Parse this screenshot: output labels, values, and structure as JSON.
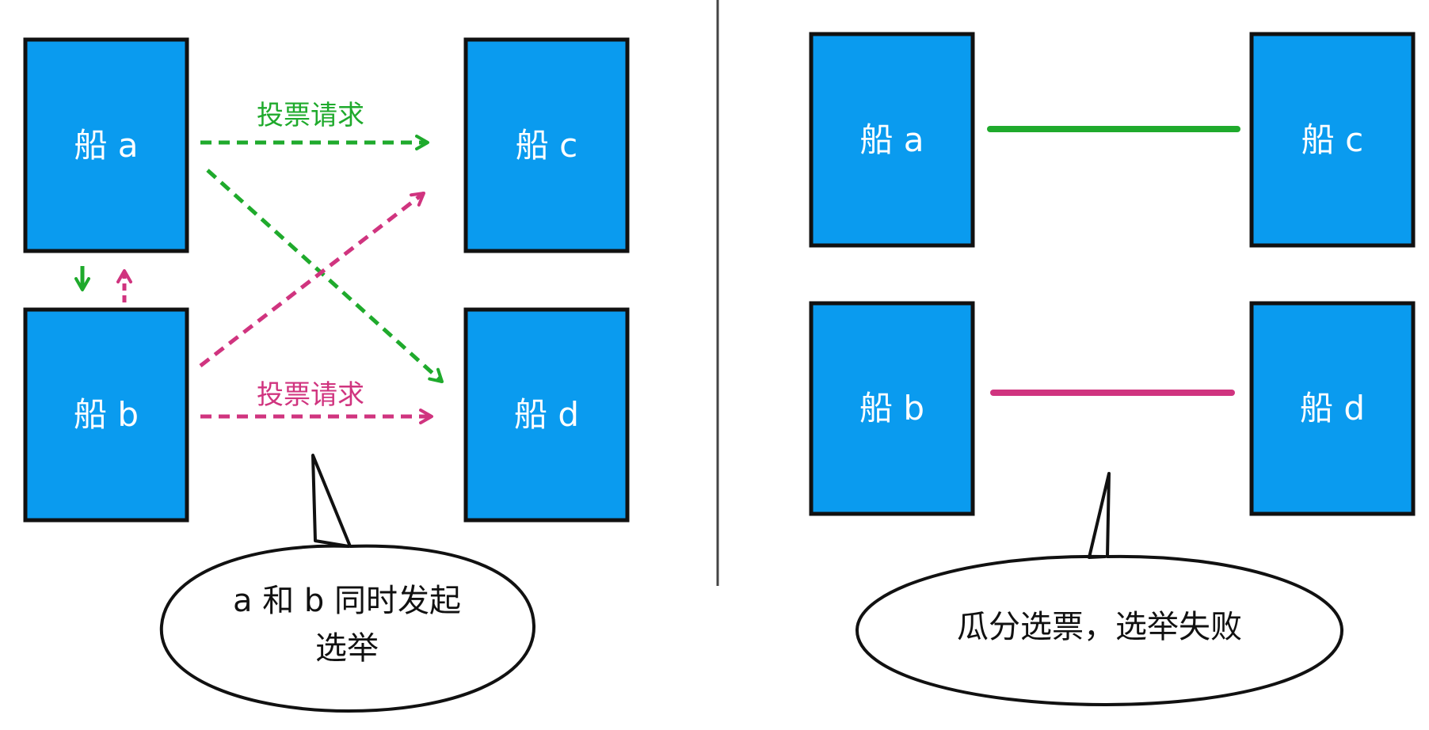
{
  "colors": {
    "box_fill": "#0a9bef",
    "box_border": "#111111",
    "green": "#1faa2c",
    "magenta": "#d0347f",
    "divider": "#444444"
  },
  "left": {
    "ship_a": "船 a",
    "ship_b": "船 b",
    "ship_c": "船 c",
    "ship_d": "船 d",
    "vote_request_top": "投票请求",
    "vote_request_bottom": "投票请求",
    "bubble_line1": "a 和 b 同时发起",
    "bubble_line2": "选举"
  },
  "right": {
    "ship_a": "船 a",
    "ship_b": "船 b",
    "ship_c": "船 c",
    "ship_d": "船 d",
    "bubble_text": "瓜分选票，选举失败"
  }
}
